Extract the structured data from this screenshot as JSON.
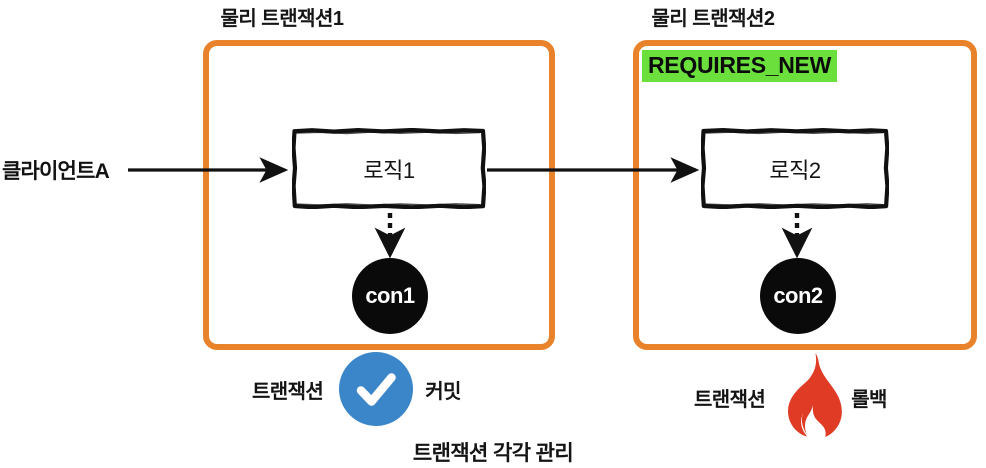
{
  "diagram": {
    "title": "트랜잭션 각각 관리",
    "bottom_caption": "트랜잭션 각각 관리",
    "client": {
      "label": "클라이언트A"
    },
    "transactions": [
      {
        "id": "tx1",
        "title": "물리 트랜잭션1",
        "propagation": null,
        "logic": {
          "label": "로직1"
        },
        "connection": {
          "label": "con1"
        },
        "result": {
          "prefix_label": "트랜잭션",
          "suffix_label": "커밋",
          "icon": "check-circle-icon",
          "status": "commit"
        }
      },
      {
        "id": "tx2",
        "title": "물리 트랜잭션2",
        "propagation": "REQUIRES_NEW",
        "logic": {
          "label": "로직2"
        },
        "connection": {
          "label": "con2"
        },
        "result": {
          "prefix_label": "트랜잭션",
          "suffix_label": "롤백",
          "icon": "fire-icon",
          "status": "rollback"
        }
      }
    ],
    "colors": {
      "boundary": "#E8822B",
      "propagation_highlight": "#6BE03C",
      "connection_fill": "#0A0A0A",
      "commit_badge": "#3A86C8",
      "rollback_flame": "#E03B24",
      "text": "#141414",
      "background": "#FFFFFF"
    }
  }
}
